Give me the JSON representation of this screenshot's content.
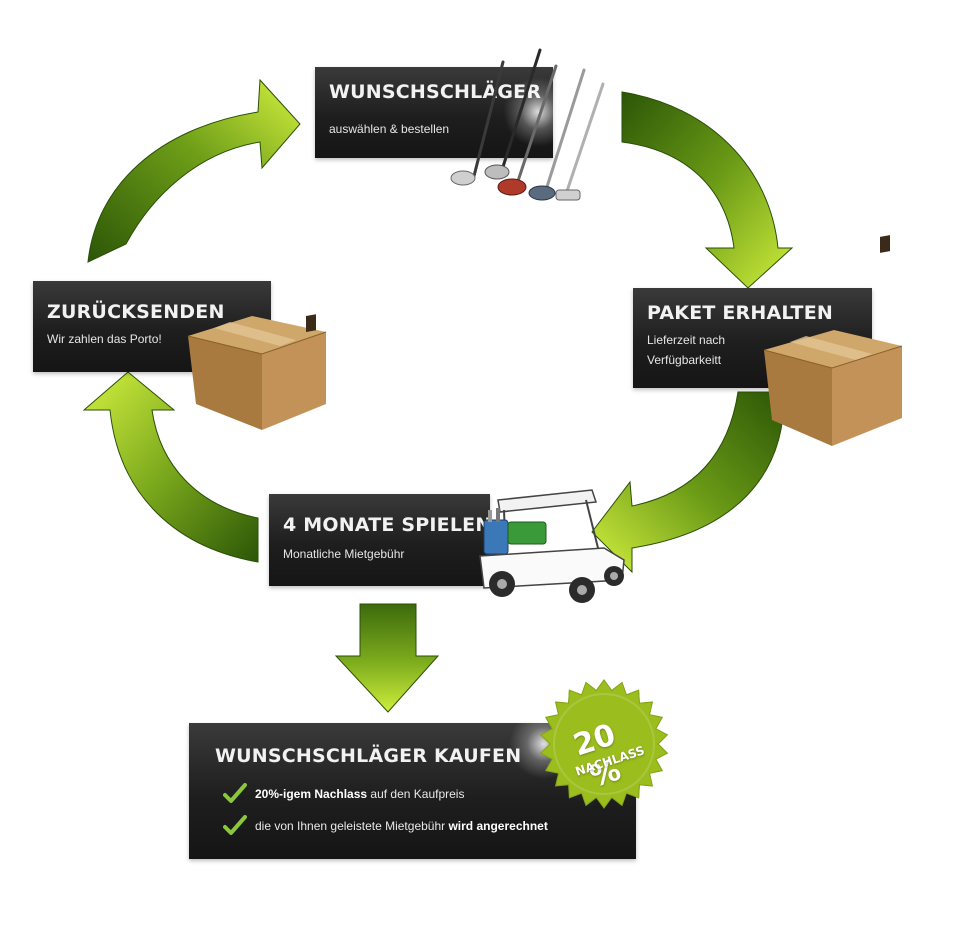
{
  "steps": {
    "choose": {
      "title": "WUNSCHSCHLÄGER",
      "subtitle": "auswählen & bestellen"
    },
    "receive": {
      "title": "PAKET ERHALTEN",
      "subtitle_line1": "Lieferzeit nach",
      "subtitle_line2": "Verfügbarkeitt"
    },
    "play": {
      "title": "4 MONATE SPIELEN",
      "subtitle": "Monatliche Mietgebühr"
    },
    "return": {
      "title": "ZURÜCKSENDEN",
      "subtitle": "Wir zahlen das Porto!"
    },
    "buy": {
      "title": "WUNSCHSCHLÄGER KAUFEN",
      "bullets": [
        {
          "bold": "20%-igem Nachlass",
          "text": " auf den Kaufpreis"
        },
        {
          "text": "die von Ihnen geleistete Mietgebühr ",
          "bold": "wird angerechnet"
        }
      ]
    }
  },
  "badge": {
    "percent": "20 %",
    "label": "NACHLASS"
  },
  "colors": {
    "arrow_light": "#c8e838",
    "arrow_dark": "#2f5a08",
    "box_dark": "#1e1e1e",
    "badge_green": "#9cbd1e",
    "check_green": "#8cc63f"
  },
  "icons": [
    "golf-clubs-icon",
    "cardboard-box-icon",
    "golf-cart-icon",
    "checkmark-icon",
    "starburst-badge-icon"
  ]
}
